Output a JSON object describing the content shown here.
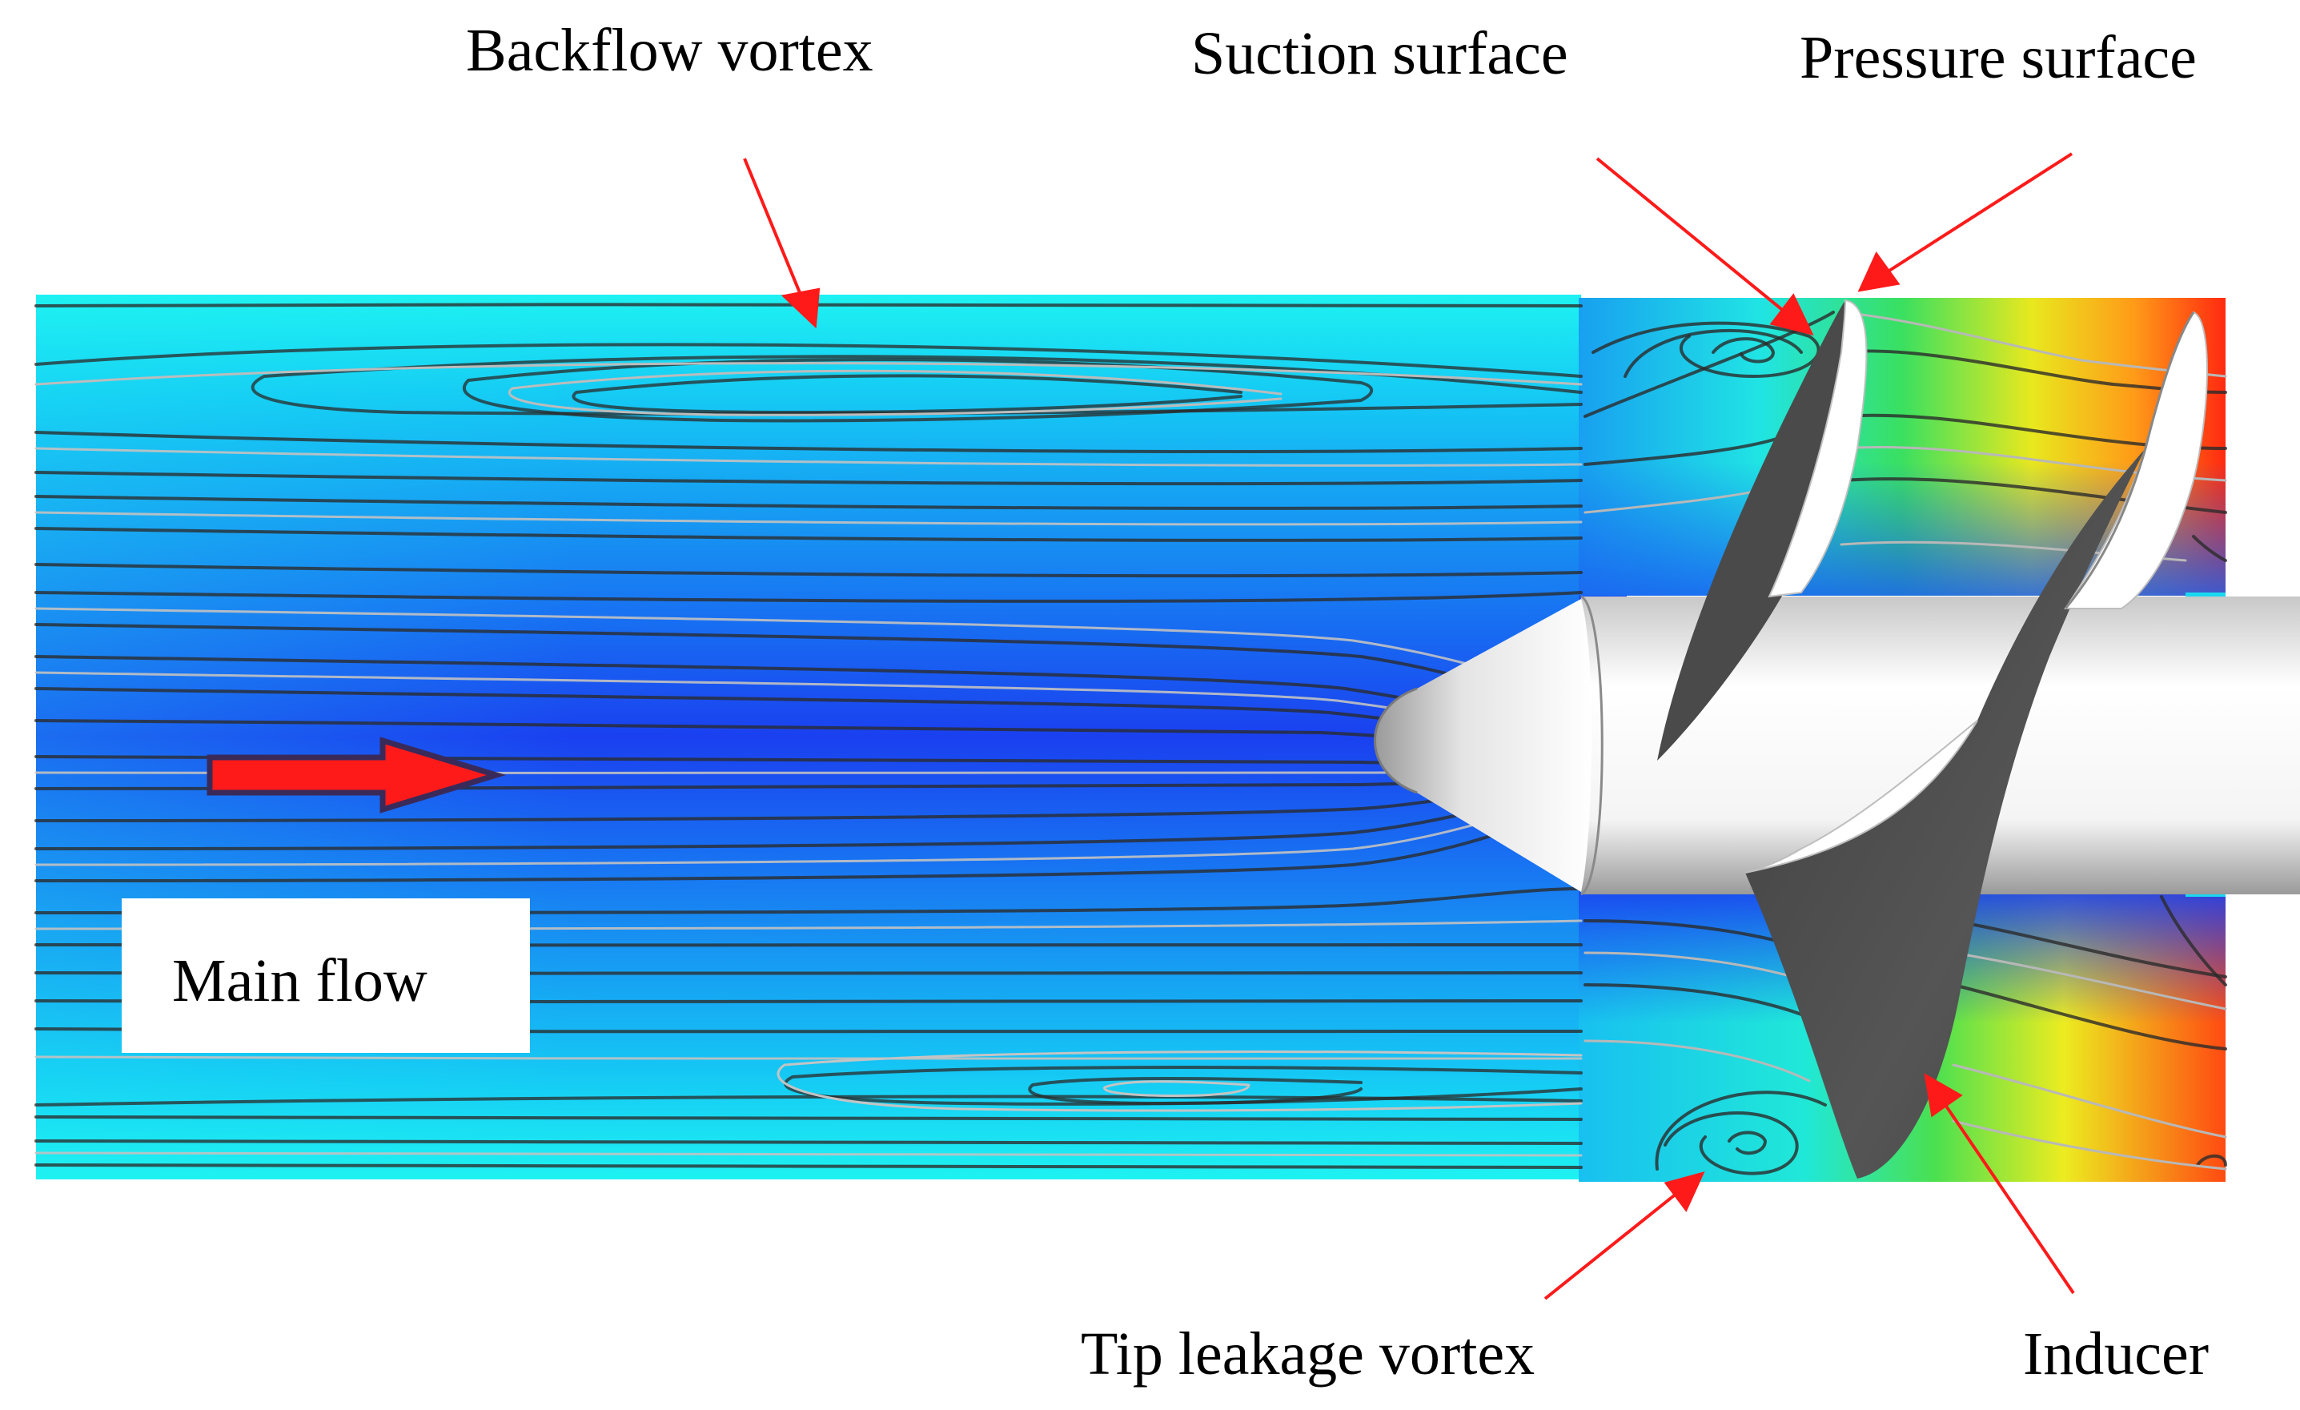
{
  "labels": {
    "backflow_vortex": "Backflow vortex",
    "suction_surface": "Suction surface",
    "pressure_surface": "Pressure surface",
    "main_flow": "Main flow",
    "tip_leakage_vortex": "Tip leakage vortex",
    "inducer": "Inducer"
  },
  "colors": {
    "arrow": "#ff1a1a",
    "streamline_dark": "#1a1a1a",
    "streamline_light": "#b8b8b8",
    "field_cyan": "#19f0f5",
    "field_blue": "#1848f0",
    "field_green": "#30e060",
    "field_yellow": "#ffe020",
    "field_red": "#ff2a10",
    "blade_dark": "#4a4a4a",
    "hub_white": "#ffffff"
  }
}
